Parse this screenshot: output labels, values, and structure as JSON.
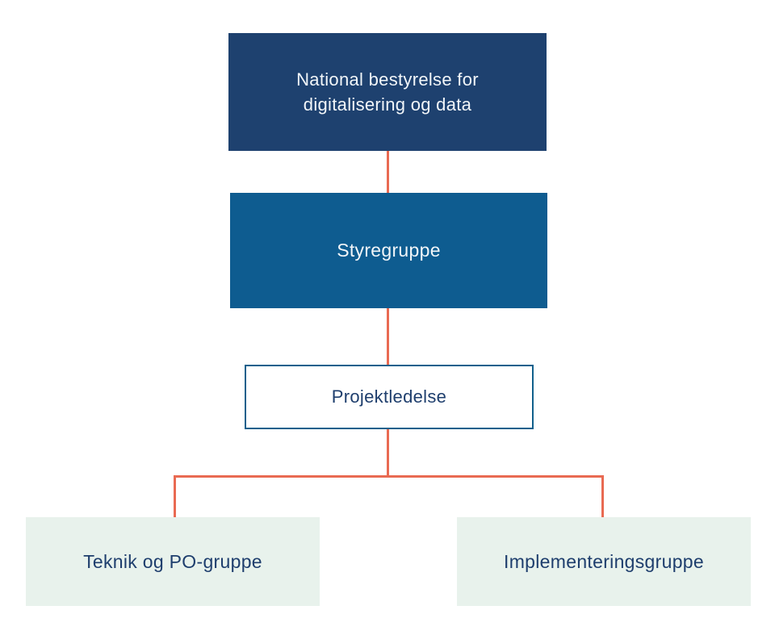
{
  "palette": {
    "navy": "#1e416f",
    "blue": "#0e5c90",
    "outline_blue": "#11608c",
    "mint": "#e8f2ec",
    "coral": "#e96a52",
    "text_light": "#f2f6f9",
    "text_dark": "#1e3e6d",
    "background": "#ffffff"
  },
  "chart_data": {
    "type": "org-chart",
    "title": "",
    "levels": 4,
    "nodes": {
      "board": {
        "label": "National bestyrelse for digitalisering og data",
        "level": 1,
        "style": "navy-filled"
      },
      "steering": {
        "label": "Styregruppe",
        "level": 2,
        "style": "blue-filled"
      },
      "pm": {
        "label": "Projektledelse",
        "level": 3,
        "style": "white-outlined"
      },
      "tech": {
        "label": "Teknik og PO-gruppe",
        "level": 4,
        "style": "mint-filled"
      },
      "impl": {
        "label": "Implementeringsgruppe",
        "level": 4,
        "style": "mint-filled"
      }
    },
    "edges": [
      {
        "from": "board",
        "to": "steering"
      },
      {
        "from": "steering",
        "to": "pm"
      },
      {
        "from": "pm",
        "to": "tech"
      },
      {
        "from": "pm",
        "to": "impl"
      }
    ]
  }
}
